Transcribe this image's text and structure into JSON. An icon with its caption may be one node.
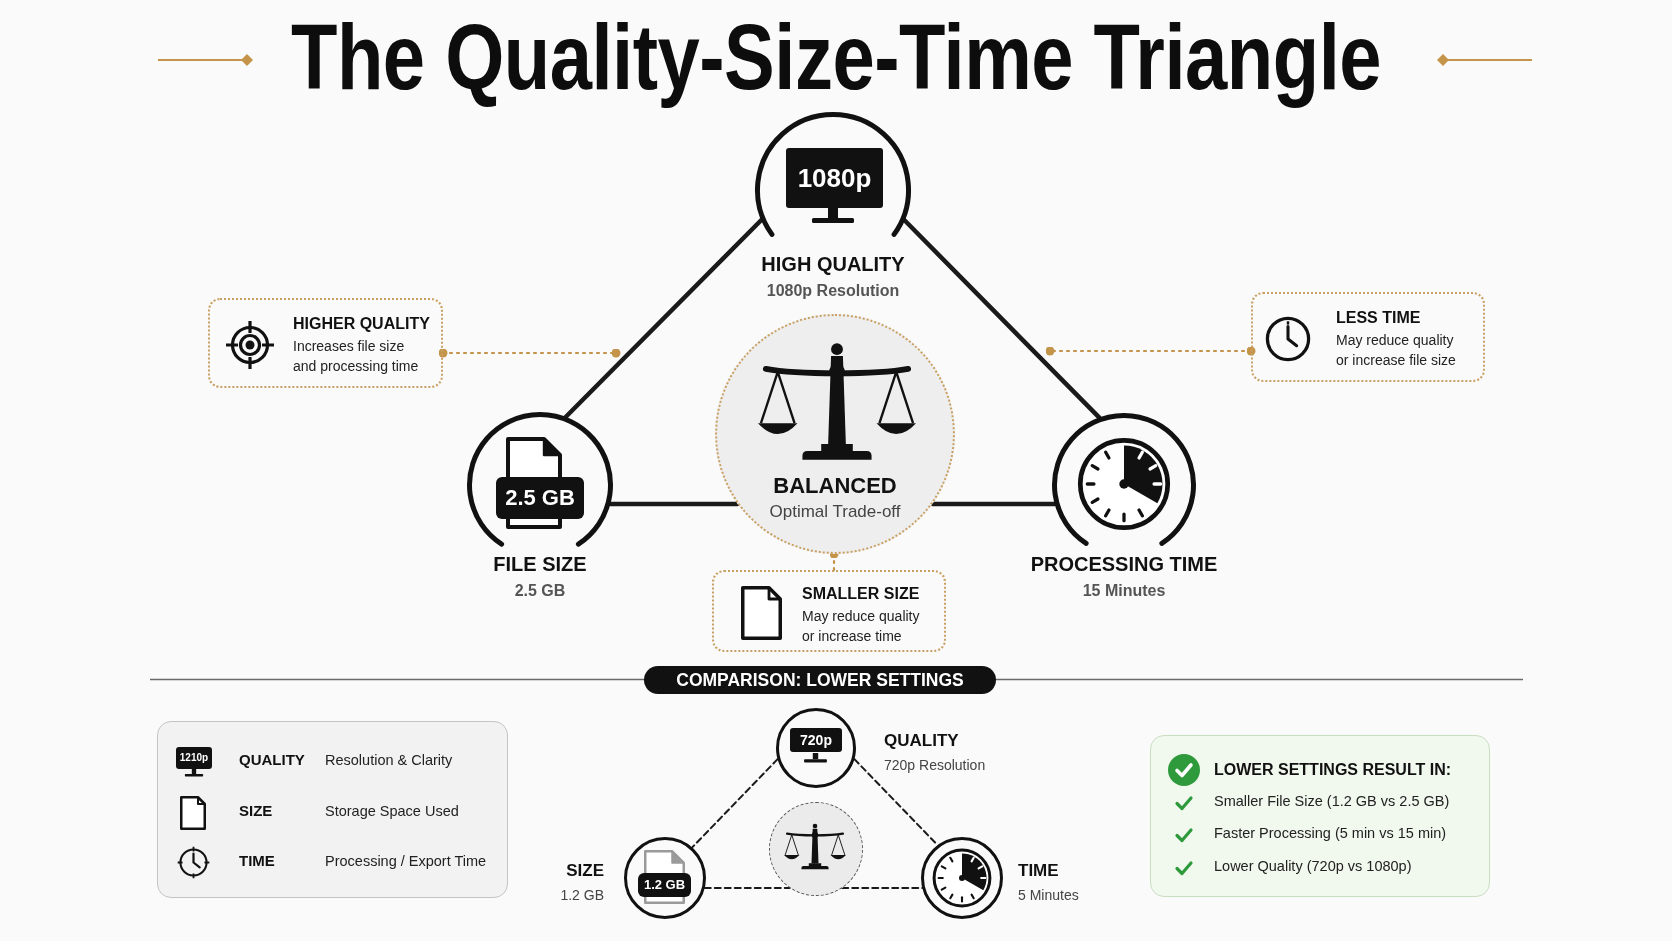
{
  "diagram": {
    "title": "The Quality-Size-Time Triangle",
    "nodes": [
      {
        "text": [
          "1080p",
          "HIGH QUALITY",
          "1080p Resolution"
        ]
      },
      {
        "text": [
          "HIGHER QUALITY",
          "Increases file size and processing time"
        ]
      },
      {
        "text": [
          "LESS TIME",
          "May reduce quality or increase file size"
        ]
      },
      {
        "text": [
          "BALANCED",
          "Optimal Trade-off"
        ]
      },
      {
        "text": [
          "2.5 GB",
          "FILE SIZE",
          "2.5 GB"
        ]
      },
      {
        "text": [
          "PROCESSING TIME",
          "15 Minutes"
        ]
      },
      {
        "text": [
          "SMALLER SIZE",
          "May reduce quality or increase time"
        ]
      },
      {
        "text": [
          "COMPARISON: LOWER SETTINGS"
        ]
      },
      {
        "text": [
          "1210p",
          "QUALITY",
          "Resolution & Clarity",
          "SIZE",
          "Storage Space Used",
          "TIME",
          "Processing / Export Time"
        ]
      },
      {
        "text": [
          "720p",
          "QUALITY",
          "720p Resolution"
        ]
      },
      {
        "text": [],
        "shape": "circle"
      },
      {
        "text": [
          "SIZE",
          "1.2 GB",
          "1.2 GB"
        ]
      },
      {
        "text": [
          "TIME",
          "5 Minutes"
        ]
      },
      {
        "text": [
          "LOWER SETTINGS RESULT IN:",
          "Smaller File Size (1.2 GB vs 2.5 GB)",
          "Faster Processing (5 min vs 15 min)",
          "Lower Quality (720p vs 1080p)"
        ]
      }
    ],
    "edges": [
      {
        "from": 0,
        "to": 4,
        "arrow": "none"
      },
      {
        "from": 0,
        "to": 5,
        "arrow": "none"
      },
      {
        "from": 4,
        "to": 3,
        "arrow": "none"
      },
      {
        "from": 3,
        "to": 5,
        "arrow": "none"
      },
      {
        "from": 1,
        "to": null,
        "arrow": "other",
        "style": "dashed",
        "color": "#c4944a"
      },
      {
        "from": 2,
        "to": null,
        "arrow": "other",
        "style": "dashed",
        "color": "#c4944a"
      },
      {
        "from": 6,
        "to": 3,
        "arrow": "other",
        "style": "dashed",
        "color": "#c4944a"
      },
      {
        "from": 9,
        "to": 11,
        "arrow": "none",
        "style": "dashed"
      },
      {
        "from": 9,
        "to": 12,
        "arrow": "none",
        "style": "dashed"
      },
      {
        "from": 11,
        "to": 10,
        "arrow": "none",
        "style": "dashed"
      },
      {
        "from": 10,
        "to": 12,
        "arrow": "none",
        "style": "dashed"
      }
    ]
  }
}
